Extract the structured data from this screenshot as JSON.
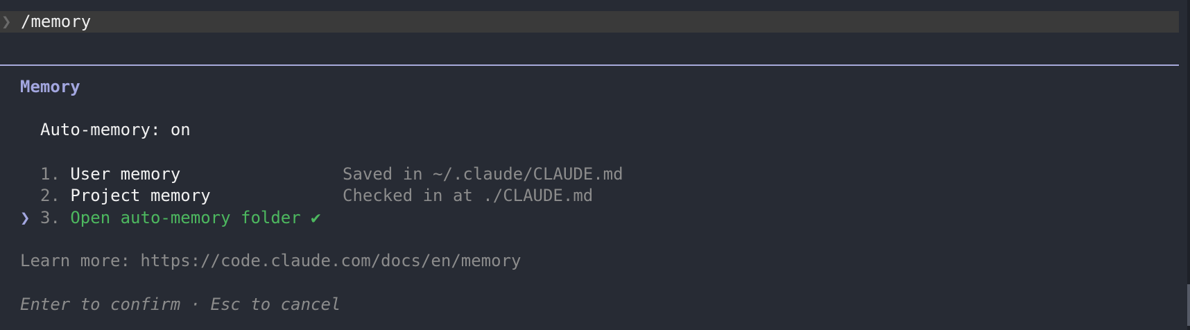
{
  "input": {
    "prompt_icon": "chevron-right-icon",
    "value": "/memory"
  },
  "panel": {
    "title": "Memory",
    "auto_memory": "Auto-memory: on",
    "options": [
      {
        "number": "1.",
        "label": "User memory",
        "description": "Saved in ~/.claude/CLAUDE.md",
        "selected": false
      },
      {
        "number": "2.",
        "label": "Project memory",
        "description": "Checked in at ./CLAUDE.md",
        "selected": false
      },
      {
        "number": "3.",
        "label": "Open auto-memory folder ✔",
        "description": "",
        "selected": true
      }
    ],
    "selection_icon": "❯",
    "learn_more": "Learn more: https://code.claude.com/docs/en/memory",
    "hint": "Enter to confirm · Esc to cancel"
  },
  "colors": {
    "accent": "#a3a7e0",
    "selected": "#4db85f",
    "muted": "#8c8c8c",
    "background": "#272b34"
  }
}
